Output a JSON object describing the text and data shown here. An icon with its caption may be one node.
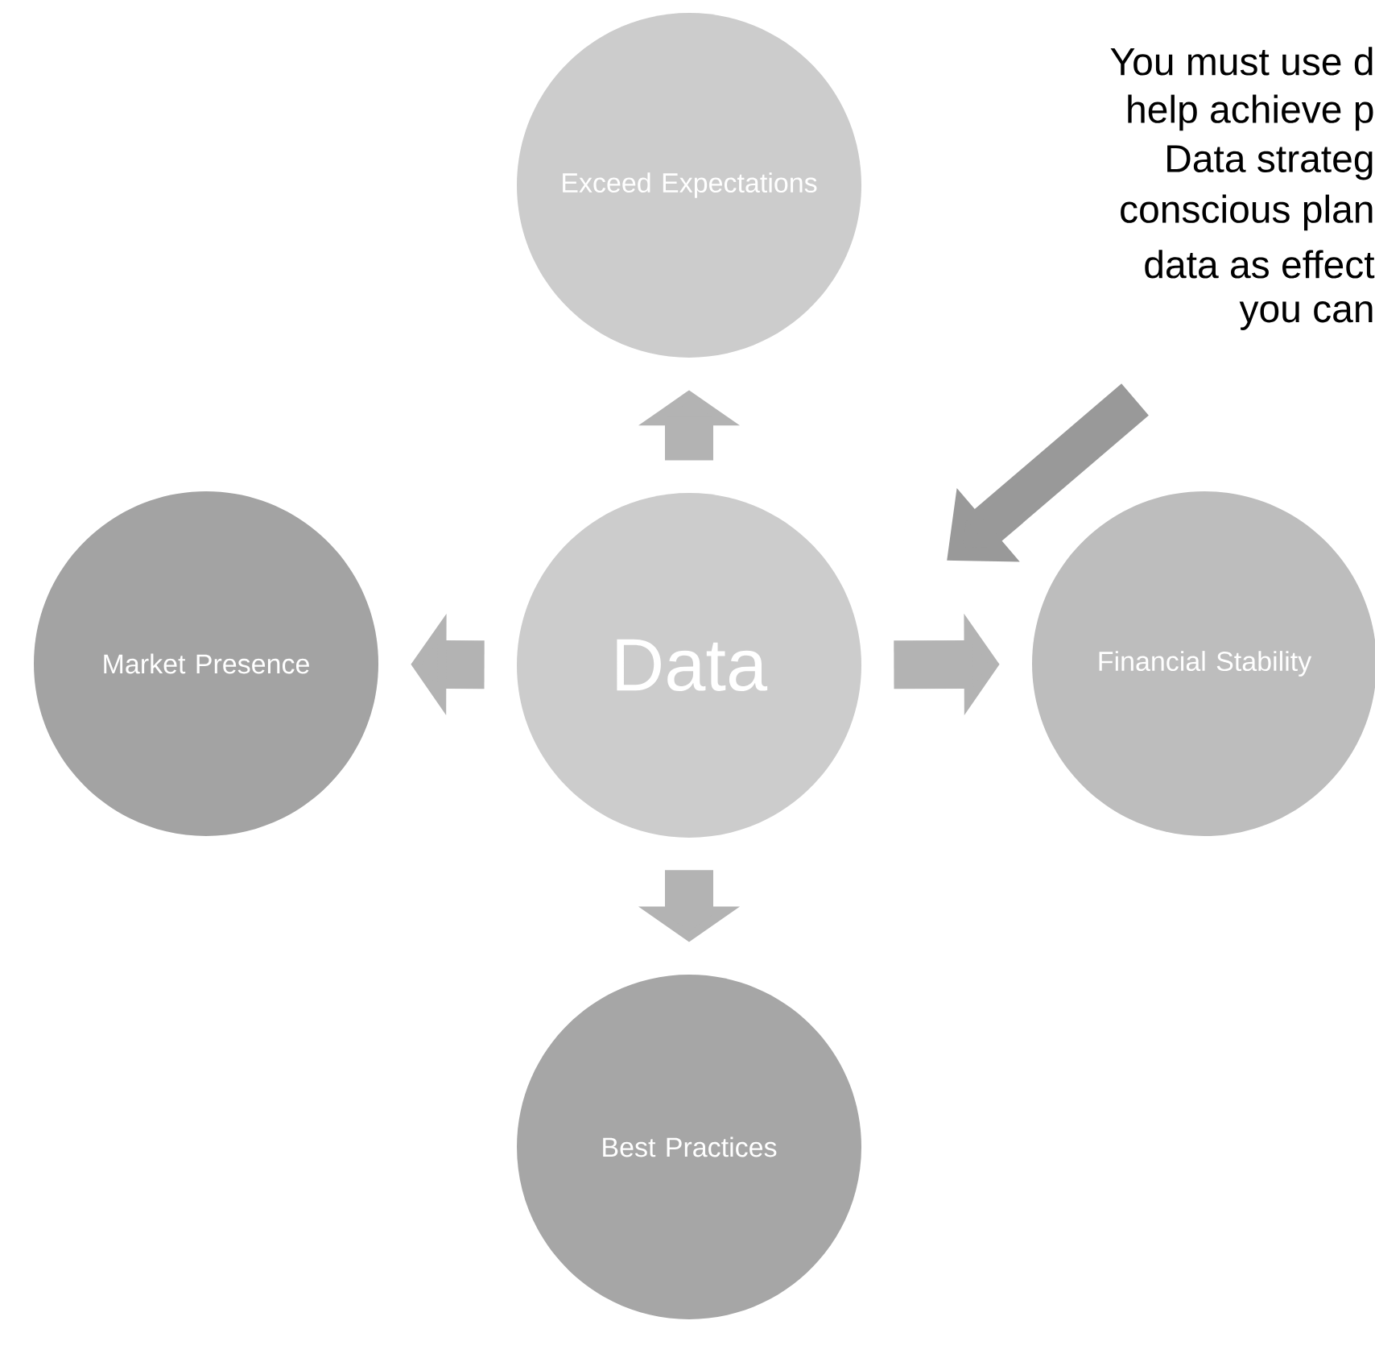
{
  "diagram": {
    "nodes": [
      {
        "text": [
          "Exceed Expectations"
        ]
      },
      {
        "text": [
          "Market Presence"
        ]
      },
      {
        "text": [
          "Data"
        ]
      },
      {
        "text": [
          "Financial Stability"
        ]
      },
      {
        "text": [
          "Best Practices"
        ]
      }
    ],
    "edges": [
      {
        "from": 2,
        "to": 0,
        "arrow": "to"
      },
      {
        "from": 2,
        "to": 1,
        "arrow": "to"
      },
      {
        "from": 2,
        "to": 3,
        "arrow": "to"
      },
      {
        "from": 2,
        "to": 4,
        "arrow": "to"
      }
    ],
    "labels": [
      "You must use d",
      "help achieve p",
      "Data strateg",
      "conscious plan",
      "data as effect",
      "you can"
    ]
  }
}
